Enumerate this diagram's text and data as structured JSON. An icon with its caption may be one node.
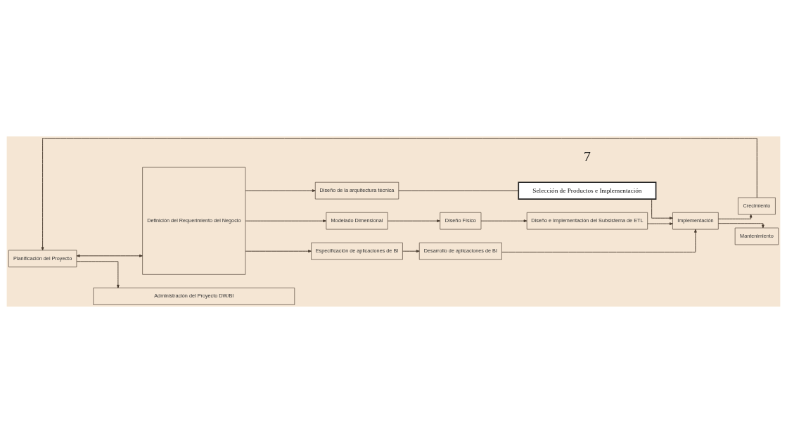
{
  "diagram": {
    "nodes": [
      {
        "text": [
          "Planificación del Proyecto"
        ]
      },
      {
        "text": [
          "Definición del Requerimiento del Negocio"
        ]
      },
      {
        "text": [
          "Diseño de la arquitectura técnica"
        ]
      },
      {
        "text": [
          "Selección de Productos e Implementación"
        ]
      },
      {
        "text": [
          "Modelado Dimensional"
        ]
      },
      {
        "text": [
          "Diseño Físico"
        ]
      },
      {
        "text": [
          "Diseño e Implementación del Subsistema de ETL"
        ]
      },
      {
        "text": [
          "Especificación de aplicaciones de BI"
        ]
      },
      {
        "text": [
          "Desarrollo de aplicaciones de BI"
        ]
      },
      {
        "text": [
          "Implementación"
        ]
      },
      {
        "text": [
          "Crecimiento"
        ]
      },
      {
        "text": [
          "Mantenimiento"
        ]
      },
      {
        "text": [
          "Administración del Proyecto DW/BI"
        ]
      }
    ],
    "edges": [
      {
        "from": 10,
        "to": 0,
        "arrow": "to"
      },
      {
        "from": 0,
        "to": 1,
        "arrow": "both"
      },
      {
        "from": 1,
        "to": 2,
        "arrow": "to"
      },
      {
        "from": 2,
        "to": 3,
        "arrow": "none"
      },
      {
        "from": 1,
        "to": 4,
        "arrow": "to"
      },
      {
        "from": 4,
        "to": 5,
        "arrow": "to"
      },
      {
        "from": 5,
        "to": 6,
        "arrow": "to"
      },
      {
        "from": 6,
        "to": 9,
        "arrow": "to"
      },
      {
        "from": 1,
        "to": 7,
        "arrow": "to"
      },
      {
        "from": 7,
        "to": 8,
        "arrow": "to"
      },
      {
        "from": 3,
        "to": 9,
        "arrow": "to"
      },
      {
        "from": 8,
        "to": 9,
        "arrow": "to"
      },
      {
        "from": 9,
        "to": 10,
        "arrow": "to"
      },
      {
        "from": 9,
        "to": 11,
        "arrow": "to"
      },
      {
        "from": 0,
        "to": 12,
        "arrow": "to"
      }
    ],
    "labels": [
      "7"
    ]
  }
}
